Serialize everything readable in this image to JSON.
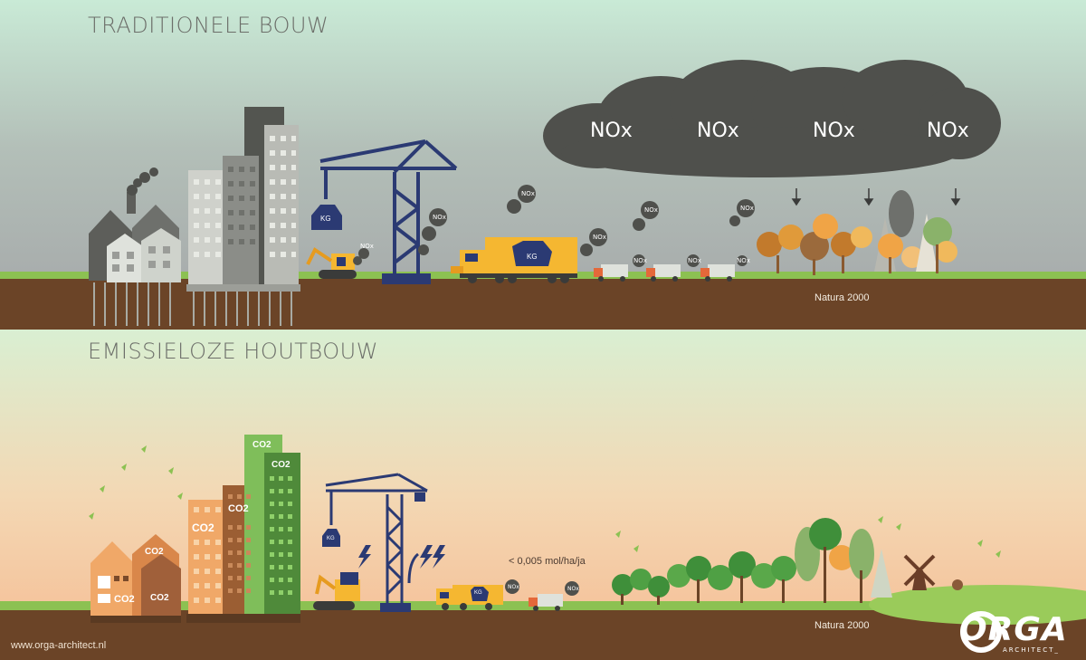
{
  "top": {
    "title": "TRADITIONELE BOUW",
    "cloud_labels": [
      "NOx",
      "NOx",
      "NOx",
      "NOx"
    ],
    "small_label": "NOx",
    "weight_label": "KG",
    "natura_label": "Natura 2000"
  },
  "bottom": {
    "title": "EMISSIELOZE HOUTBOUW",
    "co2_label": "CO2",
    "small_label": "NOx",
    "weight_label": "KG",
    "emission_label": "< 0,005 mol/ha/ja",
    "natura_label": "Natura 2000"
  },
  "footer": {
    "website": "www.orga-architect.nl",
    "logo": "ORGA",
    "logo_sub": "ARCHITECT_"
  },
  "colors": {
    "top_sky_top": "#c9ead6",
    "top_sky_bottom": "#a9abad",
    "bottom_sky_top": "#d9efd2",
    "bottom_sky_bottom": "#f6bf95",
    "soil": "#6b4427",
    "grass": "#8cc152",
    "crane_blue": "#2b3a73",
    "truck_yellow": "#f5b731",
    "smoke_dark": "#4f504c",
    "wood_orange": "#f0a868",
    "green_tower": "#5fa048"
  }
}
